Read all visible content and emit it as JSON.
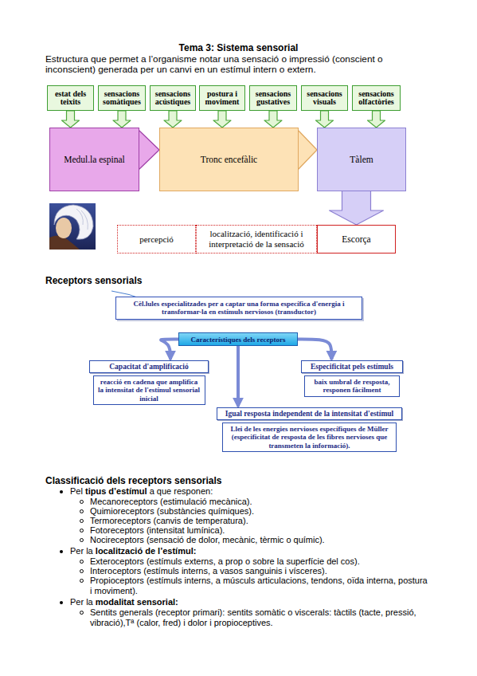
{
  "diagram": {
    "title": "Tema 3: Sistema sensorial",
    "nodes": [
      {
        "text": [
          "estat dels teixits"
        ]
      },
      {
        "text": [
          "sensacions somàtiques"
        ]
      },
      {
        "text": [
          "sensacions acústiques"
        ]
      },
      {
        "text": [
          "postura i moviment"
        ]
      },
      {
        "text": [
          "sensacions gustatives"
        ]
      },
      {
        "text": [
          "sensacions visuals"
        ]
      },
      {
        "text": [
          "sensacions olfactòries"
        ]
      },
      {
        "text": [
          "Medul.la espinal"
        ]
      },
      {
        "text": [
          "Tronc encefàlic"
        ]
      },
      {
        "text": [
          "Tàlem"
        ]
      },
      {
        "text": [
          "percepció"
        ]
      },
      {
        "text": [
          "localització, identificació i interpretació de la sensació"
        ]
      },
      {
        "text": [
          "Escorça"
        ]
      },
      {
        "text": [
          "Cèl.lules especialitzades per a captar una forma específica d'energia i transformar-la en estímuls nerviosos (transductor)"
        ]
      },
      {
        "text": [
          "Característiques dels receptors"
        ]
      },
      {
        "text": [
          "Capacitat d'amplificació",
          "reacció en cadena que amplifica la intensitat de l'estímul sensorial inicial"
        ]
      },
      {
        "text": [
          "Especificitat pels estímuls",
          "baix umbral de resposta, responen fàcilment"
        ]
      },
      {
        "text": [
          "Igual resposta independent de la intensitat d'estímul",
          "Llei de les energies nervioses específiques de Müller (especificitat de resposta de les fibres nervioses que transmeten la informació)."
        ]
      }
    ],
    "edges": [
      {
        "from": 0,
        "to": 7,
        "arrow": "to"
      },
      {
        "from": 1,
        "to": 7,
        "arrow": "to"
      },
      {
        "from": 2,
        "to": 8,
        "arrow": "to"
      },
      {
        "from": 3,
        "to": 8,
        "arrow": "to"
      },
      {
        "from": 4,
        "to": 8,
        "arrow": "to"
      },
      {
        "from": 5,
        "to": 9,
        "arrow": "to"
      },
      {
        "from": 6,
        "to": 9,
        "arrow": "to"
      },
      {
        "from": 7,
        "to": 8,
        "arrow": "to"
      },
      {
        "from": 8,
        "to": 9,
        "arrow": "to"
      },
      {
        "from": 9,
        "to": 12,
        "arrow": "to"
      },
      {
        "from": 14,
        "to": 15,
        "arrow": "to"
      },
      {
        "from": 14,
        "to": 16,
        "arrow": "to"
      },
      {
        "from": 14,
        "to": 17,
        "arrow": "to"
      }
    ],
    "labels": [
      "Estructura que permet a l’organisme notar una sensació o impressió (conscient o inconscient) generada per un canvi en un estímul intern o extern.",
      "Receptors sensorials",
      "Classificació dels receptors sensorials",
      "Pel",
      "tipus d’estímul",
      "a que responen:",
      "Mecanoreceptors (estimulació mecànica).",
      "Quimioreceptors (substàncies químiques).",
      "Termoreceptors (canvis de temperatura).",
      "Fotoreceptors (intensitat lumínica).",
      "Nocireceptors (sensació de dolor, mecànic, tèrmic o químic).",
      "Per la",
      "localització de l’estímul:",
      "Exteroceptors (estímuls externs, a prop o sobre la superfície del cos).",
      "Interoceptors (estímuls interns, a vasos sanguinis i vísceres).",
      "Propioceptors (estímuls interns, a músculs articulacions, tendons, oïda interna, postura i moviment).",
      "Per la",
      "modalitat sensorial:",
      "Sentits generals (receptor primari): sentits somàtic o viscerals: tàctils (tacte, pressió, vibració),Tª (calor, fred) i dolor i propioceptives."
    ]
  }
}
